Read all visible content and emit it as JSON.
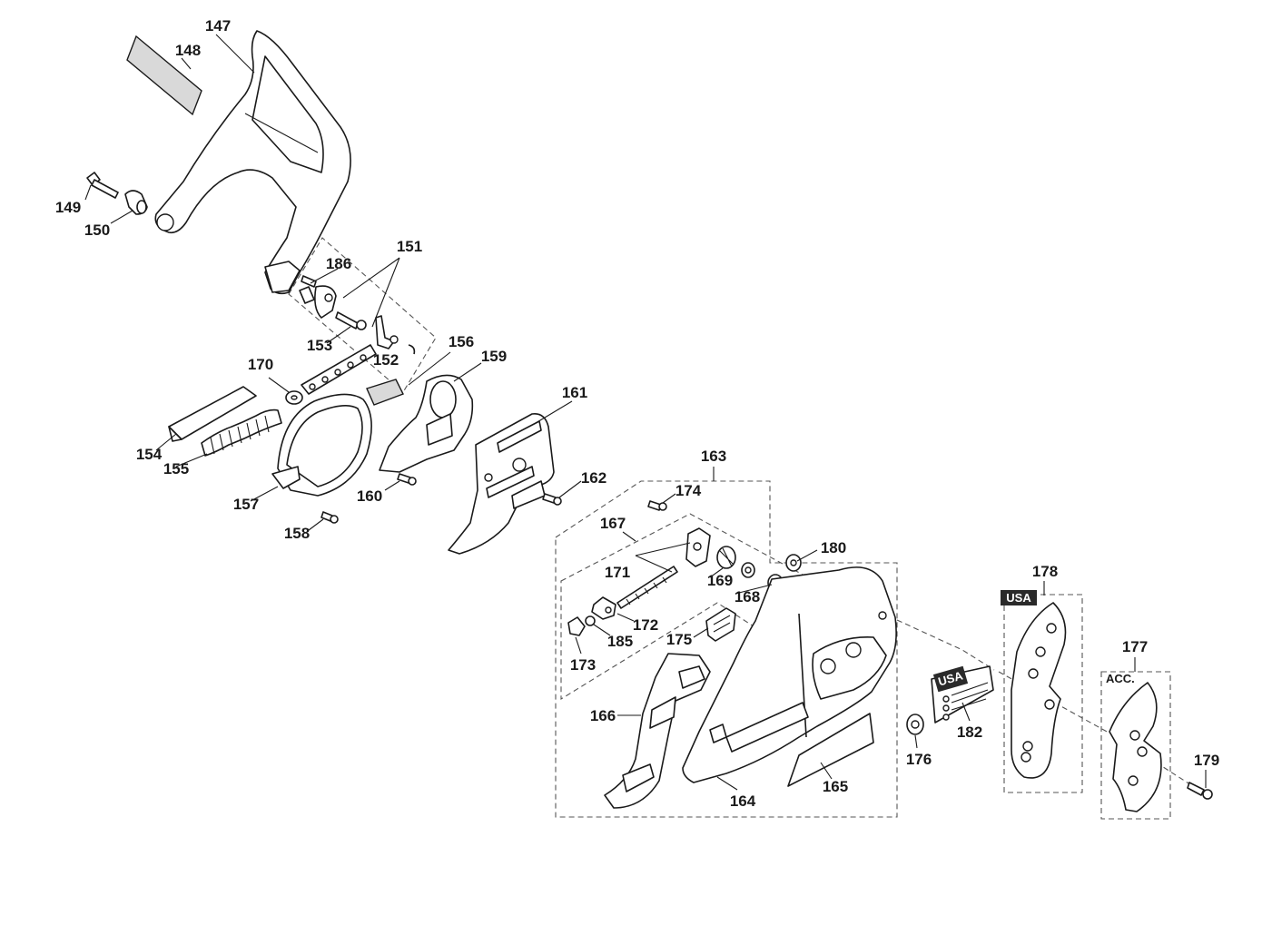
{
  "labels": {
    "p147": "147",
    "p148": "148",
    "p149": "149",
    "p150": "150",
    "p151": "151",
    "p152": "152",
    "p153": "153",
    "p154": "154",
    "p155": "155",
    "p156": "156",
    "p157": "157",
    "p158": "158",
    "p159": "159",
    "p160": "160",
    "p161": "161",
    "p162": "162",
    "p163": "163",
    "p164": "164",
    "p165": "165",
    "p166": "166",
    "p167": "167",
    "p168": "168",
    "p169": "169",
    "p170": "170",
    "p171": "171",
    "p172": "172",
    "p173": "173",
    "p174": "174",
    "p175": "175",
    "p176": "176",
    "p177": "177",
    "p178": "178",
    "p179": "179",
    "p180": "180",
    "p182": "182",
    "p185": "185",
    "p186": "186"
  },
  "tags": {
    "usa_bumper": "USA",
    "usa_label": "USA",
    "acc": "ACC."
  },
  "colors": {
    "line": "#1a1a1a",
    "badge": "#2a2a2a",
    "background": "#ffffff"
  }
}
